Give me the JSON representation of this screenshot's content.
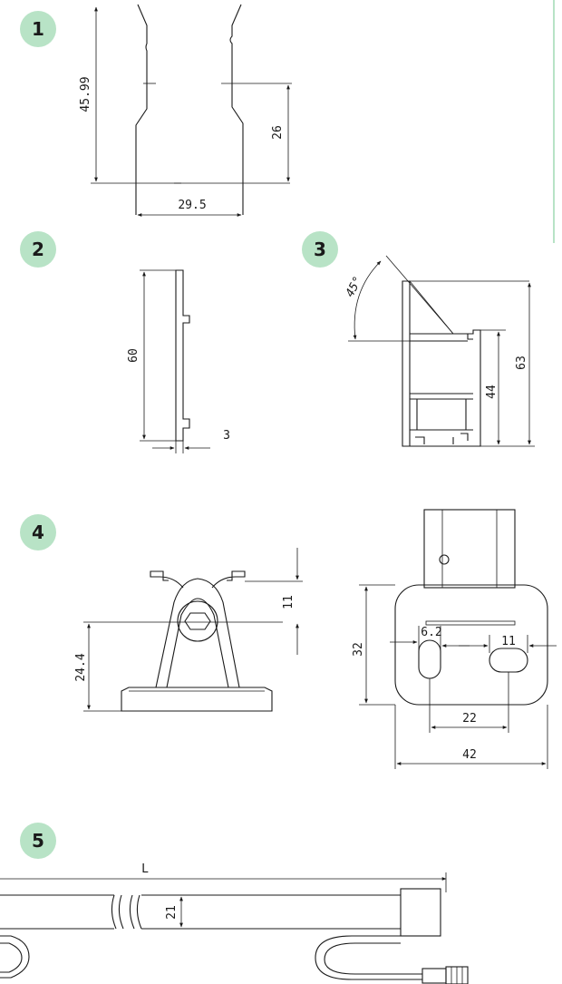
{
  "badges": [
    "1",
    "2",
    "3",
    "4",
    "5"
  ],
  "figure1": {
    "height": "45.99",
    "lower_height": "26",
    "width": "29.5"
  },
  "figure2": {
    "height": "60",
    "thickness": "3"
  },
  "figure3": {
    "angle": "45°",
    "inner_height": "44",
    "total_height": "63"
  },
  "figure4": {
    "side_height": "24.4",
    "top_gap": "11",
    "plate_height": "32",
    "slot_width": "6.2",
    "slot_length": "11",
    "hole_spacing": "22",
    "plate_width": "42"
  },
  "figure5": {
    "length": "L",
    "diameter": "21"
  },
  "colors": {
    "badge": "#b8e3c6",
    "line": "#1a1a1a"
  }
}
